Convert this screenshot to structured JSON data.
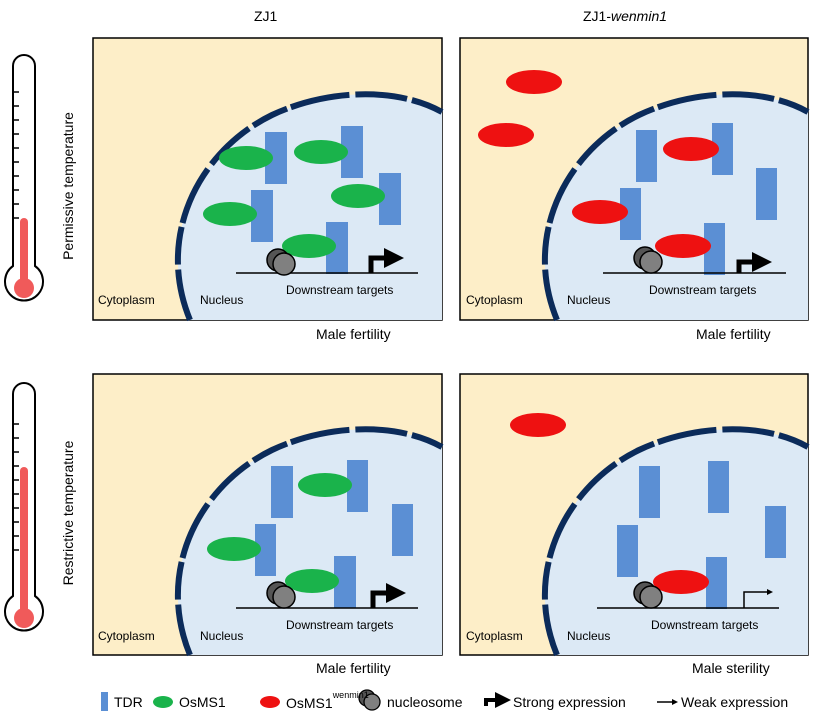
{
  "columns": [
    "ZJ1",
    "ZJ1-",
    "wenmin1"
  ],
  "rows": [
    "Permissive temperature",
    "Restrictive temperature"
  ],
  "labels": {
    "cytoplasm": "Cytoplasm",
    "nucleus": "Nucleus",
    "downstream": "Downstream targets"
  },
  "outcomes": [
    "Male  fertility",
    "Male  fertility",
    "Male  fertility",
    "Male  sterility"
  ],
  "legend": {
    "tdr": "TDR",
    "osms1": "OsMS1",
    "osms1_mut": "OsMS1",
    "osms1_mut_sup": "wenmin1",
    "nucleosome": "nucleosome",
    "strong": "Strong expression",
    "weak": "Weak expression"
  },
  "colors": {
    "cytoplasm_bg": "#fdeec8",
    "nucleus_bg": "#dce9f5",
    "envelope": "#0b2b5a",
    "tdr": "#5b8fd4",
    "osms1": "#1ab34b",
    "osms1_mut": "#ee1111",
    "nucleosome": "#808080",
    "thermo_fluid": "#f05a5a"
  }
}
